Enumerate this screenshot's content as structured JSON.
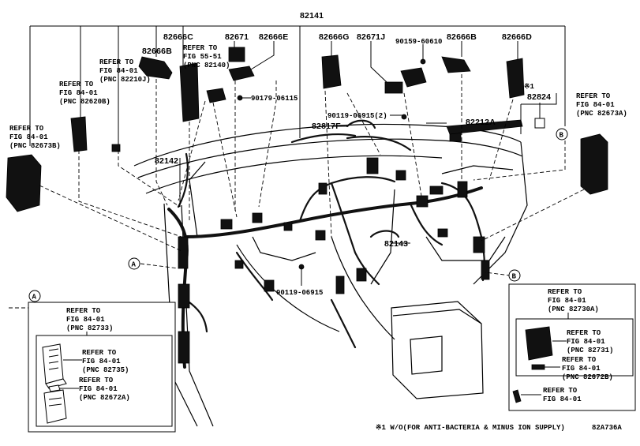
{
  "diagram": {
    "main_part": "82141",
    "part_labels": {
      "p82666B_top": "82666B",
      "p82666C": "82666C",
      "p82671": "82671",
      "p82666E": "82666E",
      "p82666G": "82666G",
      "p82671J": "82671J",
      "p90159": "90159-60610",
      "p82666B_right": "82666B",
      "p82666D": "82666D",
      "p82824": "82824",
      "note_mark": "※1",
      "p90179": "90179-06115",
      "p90119_upper": "90119-06915(2)",
      "p82817F": "82817F",
      "p82212A": "82212A",
      "p82142": "82142",
      "p82143": "82143",
      "p90119_lower": "90119-06915",
      "circle_a": "A",
      "circle_b": "B"
    },
    "refs": {
      "r82673B": [
        "REFER TO",
        "FIG 84-01",
        "(PNC 82673B)"
      ],
      "r82620B": [
        "REFER TO",
        "FIG 84-01",
        "(PNC 82620B)"
      ],
      "r82210J": [
        "REFER TO",
        "FIG 84-01",
        "(PNC 82210J)"
      ],
      "r82140": [
        "REFER TO",
        "FIG 55-51",
        "(PNC 82140)"
      ],
      "r82673A": [
        "REFER TO",
        "FIG 84-01",
        "(PNC 82673A)"
      ]
    },
    "inset_a": {
      "label": "A",
      "r82733": [
        "REFER TO",
        "FIG 84-01",
        "(PNC 82733)"
      ],
      "r82735": [
        "REFER TO",
        "FIG 84-01",
        "(PNC 82735)"
      ],
      "r82672A": [
        "REFER TO",
        "FIG 84-01",
        "(PNC 82672A)"
      ]
    },
    "inset_b": {
      "label": "B",
      "r82730A": [
        "REFER TO",
        "FIG 84-01",
        "(PNC 82730A)"
      ],
      "r82731": [
        "REFER TO",
        "FIG 84-01",
        "(PNC 82731)"
      ],
      "r82672B": [
        "REFER TO",
        "FIG 84-01",
        "(PNC 82672B)"
      ],
      "r8401": [
        "REFER TO",
        "FIG 84-01"
      ]
    },
    "footnote": "※1 W/O(FOR ANTI-BACTERIA & MINUS ION SUPPLY)",
    "diagram_code": "82A736A"
  }
}
